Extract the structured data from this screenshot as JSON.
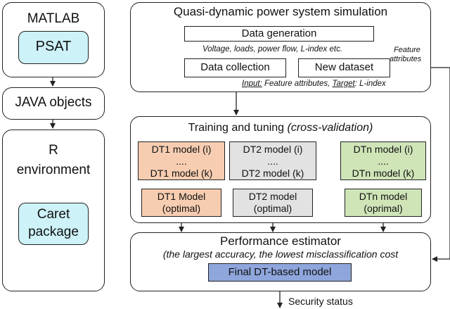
{
  "left_column": {
    "matlab": {
      "title": "MATLAB",
      "tool": "PSAT"
    },
    "java": {
      "label": "JAVA objects"
    },
    "r_env": {
      "line1": "R",
      "line2": "environment",
      "tool_line1": "Caret",
      "tool_line2": "package"
    }
  },
  "simulation": {
    "title": "Quasi-dynamic power system simulation",
    "data_generation": "Data generation",
    "gen_note": "Voltage, loads, power flow, L-index etc.",
    "data_collection": "Data collection",
    "new_dataset": "New dataset",
    "feature_note_line1": "Feature",
    "feature_note_line2": "attributes",
    "io_input_label": "Input:",
    "io_input_text": " Feature attributes, ",
    "io_target_label": "Target",
    "io_target_text": ": L-index"
  },
  "training": {
    "title": "Training and tuning ",
    "title_note": "(cross-validation)",
    "dt1": {
      "line1": "DT1 model (i)",
      "line2": "....",
      "line3": "DT1 model (k)",
      "opt1": "DT1 Model",
      "opt2": "(optimal)"
    },
    "dt2": {
      "line1": "DT2 model (i)",
      "line2": "....",
      "line3": "DT2 model (k)",
      "opt1": "DT2 model",
      "opt2": "(optimal)"
    },
    "dtn": {
      "line1": "DTn model (i)",
      "line2": "....",
      "line3": "DTn model (k)",
      "opt1": "DTn model",
      "opt2": "(oprimal)"
    }
  },
  "performance": {
    "title": "Performance estimator",
    "subtitle": "(the largest accuracy, the lowest misclassification cost",
    "final_model": "Final DT-based model",
    "output": "Security status"
  },
  "colors": {
    "tool_fill": "#cdf2f7",
    "dt1_fill": "#f7cdb1",
    "dt2_fill": "#e2e2e2",
    "dtn_fill": "#cfe5b8",
    "final_fill": "#8ea6dc"
  }
}
